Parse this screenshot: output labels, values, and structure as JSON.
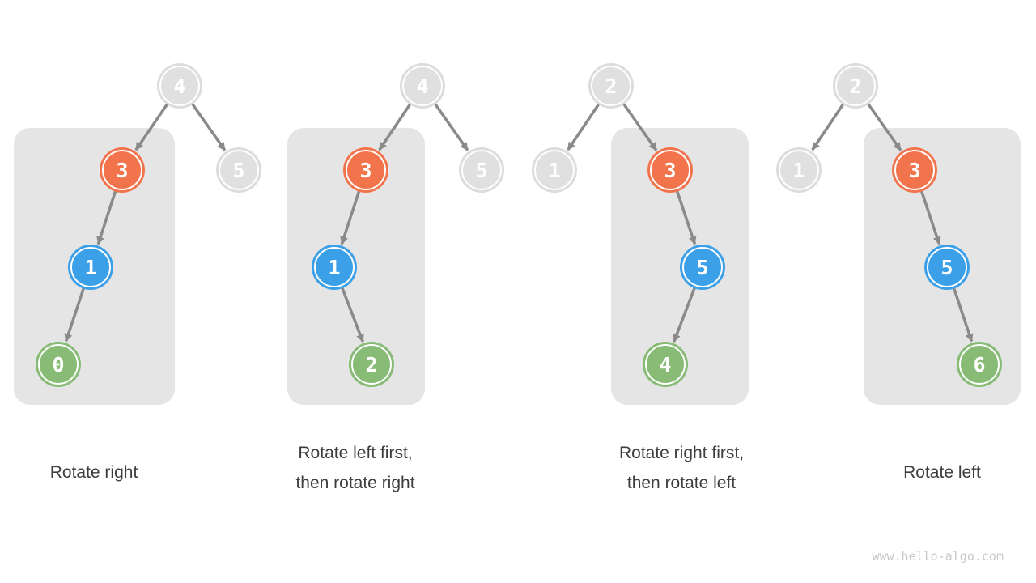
{
  "page": {
    "watermark": "www.hello-algo.com",
    "background": "#ffffff"
  },
  "colors": {
    "node_gray": "#e0e0e0",
    "node_orange": "#f2744c",
    "node_blue": "#3ca0e8",
    "node_green": "#87bb76",
    "arrow": "#8a8a8a",
    "highlight_box": "#e5e5e5",
    "caption_text": "#3d3d3d",
    "watermark_text": "#c9c9c9",
    "node_text": "#ffffff"
  },
  "diagrams": [
    {
      "caption": "Rotate right",
      "nodes": [
        {
          "value": "4",
          "color": "gray"
        },
        {
          "value": "3",
          "color": "orange"
        },
        {
          "value": "5",
          "color": "gray"
        },
        {
          "value": "1",
          "color": "blue"
        },
        {
          "value": "0",
          "color": "green"
        }
      ]
    },
    {
      "caption": "Rotate left first,\nthen rotate right",
      "nodes": [
        {
          "value": "4",
          "color": "gray"
        },
        {
          "value": "3",
          "color": "orange"
        },
        {
          "value": "5",
          "color": "gray"
        },
        {
          "value": "1",
          "color": "blue"
        },
        {
          "value": "2",
          "color": "green"
        }
      ]
    },
    {
      "caption": "Rotate right first,\nthen rotate left",
      "nodes": [
        {
          "value": "2",
          "color": "gray"
        },
        {
          "value": "1",
          "color": "gray"
        },
        {
          "value": "3",
          "color": "orange"
        },
        {
          "value": "5",
          "color": "blue"
        },
        {
          "value": "4",
          "color": "green"
        }
      ]
    },
    {
      "caption": "Rotate left",
      "nodes": [
        {
          "value": "2",
          "color": "gray"
        },
        {
          "value": "1",
          "color": "gray"
        },
        {
          "value": "3",
          "color": "orange"
        },
        {
          "value": "5",
          "color": "blue"
        },
        {
          "value": "6",
          "color": "green"
        }
      ]
    }
  ]
}
